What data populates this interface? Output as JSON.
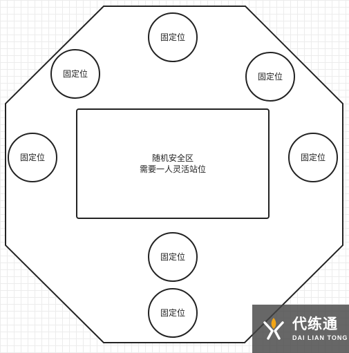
{
  "diagram": {
    "positions": [
      {
        "label": "固定位"
      },
      {
        "label": "固定位"
      },
      {
        "label": "固定位"
      },
      {
        "label": "固定位"
      },
      {
        "label": "固定位"
      },
      {
        "label": "固定位"
      },
      {
        "label": "固定位"
      }
    ],
    "center_zone": {
      "line1": "随机安全区",
      "line2": "需要一人灵活站位"
    }
  },
  "watermark": {
    "title": "代练通",
    "subtitle": "DAI LIAN TONG"
  },
  "colors": {
    "stroke": "#222222",
    "watermark_bg": "#464646",
    "logo_accent": "#f2a516"
  }
}
